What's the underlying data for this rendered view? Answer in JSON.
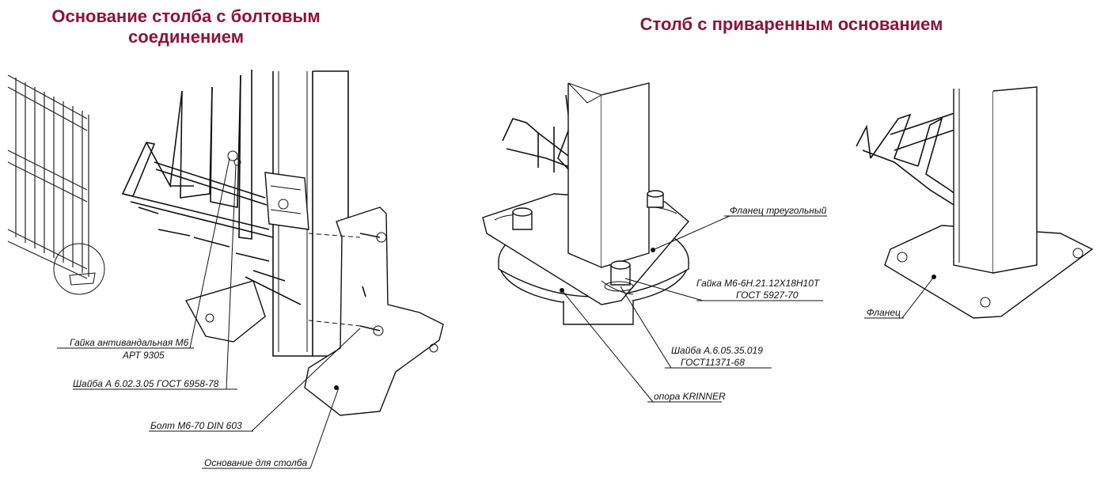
{
  "titles": {
    "left_line1": "Основание столба с болтовым",
    "left_line2": "соединением",
    "right": "Столб с приваренным основанием"
  },
  "callouts": {
    "nut_antivandal_1": "Гайка антивандальная М6",
    "nut_antivandal_2": "АРТ 9305",
    "washer_left": "Шайба А 6.02.3.05 ГОСТ 6958-78",
    "bolt": "Болт М6-70 DIN 603",
    "base_for_post": "Основание для столба",
    "flange_triangular": "Фланец треугольный",
    "nut_center_1": "Гайка М6-6Н.21.12Х18Н10Т",
    "nut_center_2": "ГОСТ 5927-70",
    "washer_center_1": "Шайба А.6.05.35.019",
    "washer_center_2": "ГОСТ11371-68",
    "support_krinner": "опора KRINNER",
    "flange": "Фланец"
  },
  "colors": {
    "title": "#8b1538",
    "line": "#111111",
    "background": "#ffffff"
  }
}
